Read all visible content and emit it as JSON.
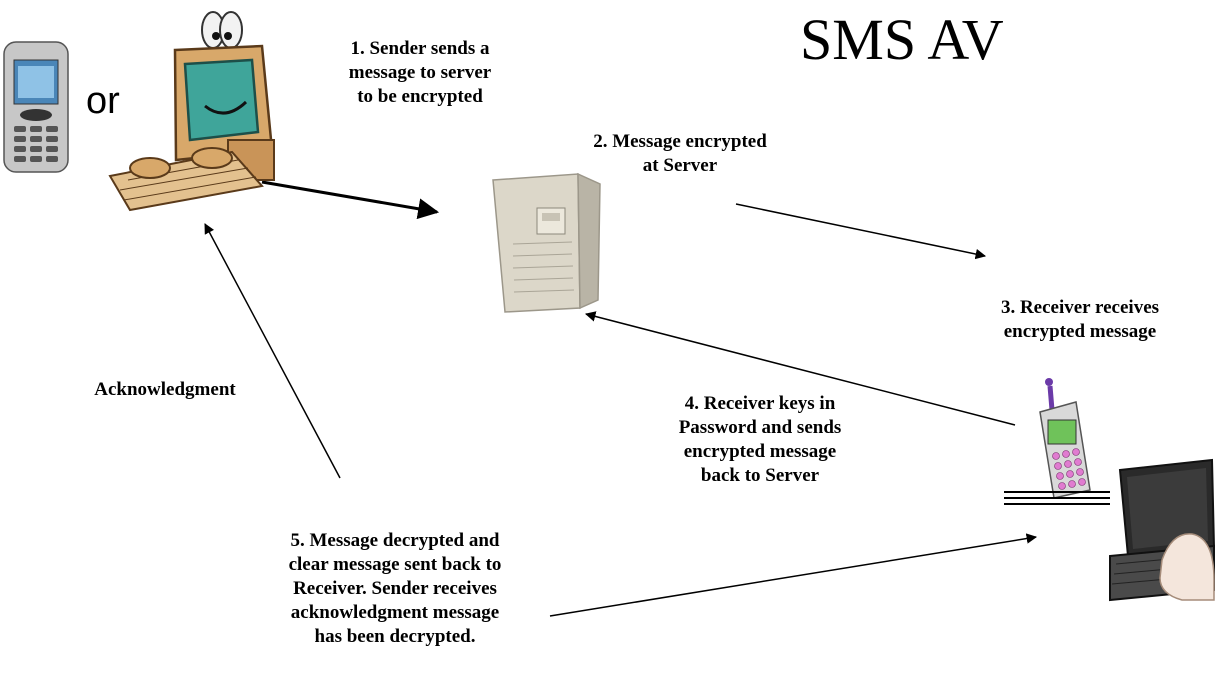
{
  "title": "SMS AV",
  "or_text": "or",
  "steps": {
    "step1": [
      "1. Sender sends a",
      "message to server",
      "to be encrypted"
    ],
    "step2": [
      "2. Message encrypted",
      "at Server"
    ],
    "step3": [
      "3. Receiver receives",
      "encrypted message"
    ],
    "step4": [
      "4. Receiver keys in",
      "Password and sends",
      "encrypted message",
      "back to Server"
    ],
    "step5": [
      "5. Message decrypted and",
      "clear message sent back to",
      "Receiver. Sender receives",
      "acknowledgment message",
      "has been decrypted."
    ],
    "ack": "Acknowledgment"
  },
  "colors": {
    "server": "#dcd7c9",
    "computer_tan": "#d8a86a",
    "screen_teal": "#3fa59a",
    "phone_gray": "#bfbfbf",
    "phone_green": "#6fc25a"
  },
  "icons": [
    "mobile-phone-icon",
    "cartoon-computer-icon",
    "server-tower-icon",
    "receiver-phone-icon",
    "laptop-icon"
  ]
}
